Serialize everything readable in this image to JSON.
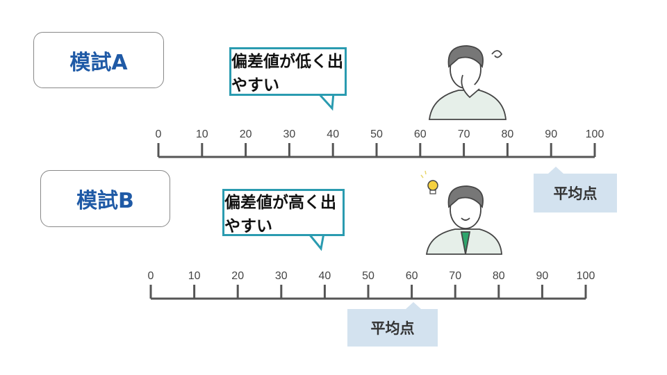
{
  "panels": [
    {
      "exam_label": "模試A",
      "speech": "偏差値が低く出やすい",
      "average_label": "平均点",
      "average_value": 90,
      "ticks": [
        "0",
        "10",
        "20",
        "30",
        "40",
        "50",
        "60",
        "70",
        "80",
        "90",
        "100"
      ],
      "character": "confused"
    },
    {
      "exam_label": "模試B",
      "speech": "偏差値が高く出やすい",
      "average_label": "平均点",
      "average_value": 60,
      "ticks": [
        "0",
        "10",
        "20",
        "30",
        "40",
        "50",
        "60",
        "70",
        "80",
        "90",
        "100"
      ],
      "character": "idea"
    }
  ],
  "colors": {
    "exam_text": "#1f5aa6",
    "bubble_border": "#2a9bb0",
    "average_bg": "#d3e2ef",
    "axis": "#555555"
  }
}
